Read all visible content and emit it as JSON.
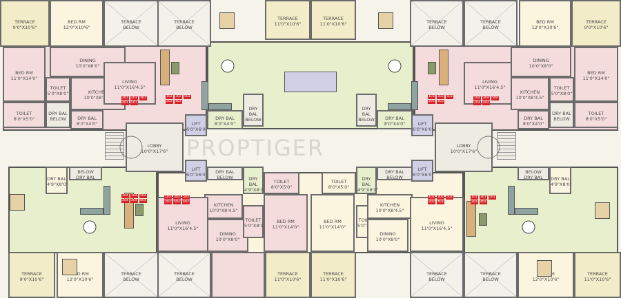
{
  "watermark": "PROPTIGER",
  "colors": {
    "terrace": "#f3ecc8",
    "terrace_below": "#f4f1ea",
    "pink": "#f5dcdc",
    "pink_dark": "#efcfcf",
    "green": "#e7efcd",
    "cream": "#fbf5df",
    "lobby": "#eeebe3",
    "lift": "#cfd0e6",
    "wall": "#6b6b6b",
    "tag": "#d8232a"
  },
  "rooms": [
    {
      "name": "TERRACE",
      "dim": "9'0\"X10'6\""
    },
    {
      "name": "BED RM",
      "dim": "12'0\"X10'6\""
    },
    {
      "name": "TERRACE\nBELOW",
      "dim": ""
    },
    {
      "name": "TERRACE\nBELOW",
      "dim": ""
    },
    {
      "name": "TERRACE",
      "dim": "11'0\"X10'6\""
    },
    {
      "name": "TERRACE",
      "dim": "11'0\"X10'6\""
    },
    {
      "name": "TERRACE\nBELOW",
      "dim": ""
    },
    {
      "name": "TERRACE\nBELOW",
      "dim": ""
    },
    {
      "name": "BED RM",
      "dim": "12'0\"X10'6\""
    },
    {
      "name": "TERRACE",
      "dim": "9'0\"X10'6\""
    },
    {
      "name": "BED RM",
      "dim": "11'0\"X14'0\""
    },
    {
      "name": "DINING",
      "dim": "10'0\"X8'0\""
    },
    {
      "name": "TOILET",
      "dim": "5'0\"X8'0\""
    },
    {
      "name": "KITCHEN",
      "dim": "10'0\"X8'4.5\""
    },
    {
      "name": "LIVING",
      "dim": "11'0\"X16'4.5\""
    },
    {
      "name": "TOILET",
      "dim": "8'0\"X5'0\""
    },
    {
      "name": "DRY BAL\nBELOW",
      "dim": ""
    },
    {
      "name": "DRY BAL",
      "dim": "8'0\"X4'0\""
    },
    {
      "name": "DRY BAL",
      "dim": "8'0\"X4'0\""
    },
    {
      "name": "DRY BAL\nBELOW",
      "dim": ""
    },
    {
      "name": "DRY BAL\nBELOW",
      "dim": ""
    },
    {
      "name": "DRY BAL",
      "dim": "8'0\"X4'0\""
    },
    {
      "name": "LIVING",
      "dim": "11'0\"X16'4.5\""
    },
    {
      "name": "DINING",
      "dim": "10'0\"X8'0\""
    },
    {
      "name": "KITCHEN",
      "dim": "10'0\"X8'4.5\""
    },
    {
      "name": "TOILET",
      "dim": "5'0\"X8'0\""
    },
    {
      "name": "BED RM",
      "dim": "11'0\"X14'0\""
    },
    {
      "name": "DRY BAL\nBELOW",
      "dim": ""
    },
    {
      "name": "DRY BAL",
      "dim": "8'0\"X4'0\""
    },
    {
      "name": "TOILET",
      "dim": "8'0\"X5'0\""
    },
    {
      "name": "LOBBY",
      "dim": "10'0\"X17'6\""
    },
    {
      "name": "LIFT",
      "dim": "6'0\"X6'0\""
    },
    {
      "name": "LIFT",
      "dim": "6'0\"X6'0\""
    },
    {
      "name": "LIFT",
      "dim": "6'0\"X6'0\""
    },
    {
      "name": "LIFT",
      "dim": "6'0\"X6'0\""
    },
    {
      "name": "LOBBY",
      "dim": "10'0\"X17'6\""
    },
    {
      "name": "BELOW\nDRY BAL",
      "dim": ""
    },
    {
      "name": "DRY BAL",
      "dim": "4'9\"X8'0\""
    },
    {
      "name": "DRY BAL\nBELOW",
      "dim": ""
    },
    {
      "name": "DRY BAL",
      "dim": "4'9\"X8'0\""
    },
    {
      "name": "TOILET",
      "dim": "8'0\"X5'0\""
    },
    {
      "name": "TOILET",
      "dim": "8'0\"X5'0\""
    },
    {
      "name": "DRY BAL",
      "dim": "4'9\"X8'0\""
    },
    {
      "name": "DRY BAL\nBELOW",
      "dim": ""
    },
    {
      "name": "DRY BAL",
      "dim": "4'9\"X8'0\""
    },
    {
      "name": "BELOW\nDRY BAL",
      "dim": ""
    },
    {
      "name": "KITCHEN",
      "dim": "10'0\"X8'4.5\""
    },
    {
      "name": "LIVING",
      "dim": "11'0\"X16'4.5\""
    },
    {
      "name": "DINING",
      "dim": "10'0\"X8'0\""
    },
    {
      "name": "TOILET",
      "dim": "5'0\"X8'0\""
    },
    {
      "name": "BED RM",
      "dim": "11'0\"X14'0\""
    },
    {
      "name": "BED RM",
      "dim": "11'0\"X14'0\""
    },
    {
      "name": "TOILET",
      "dim": "5'0\"X8'0\""
    },
    {
      "name": "KITCHEN",
      "dim": "10'0\"X8'4.5\""
    },
    {
      "name": "DINING",
      "dim": "10'0\"X8'0\""
    },
    {
      "name": "LIVING",
      "dim": "11'0\"X16'4.5\""
    },
    {
      "name": "TERRACE",
      "dim": "9'0\"X10'6\""
    },
    {
      "name": "BED RM",
      "dim": "12'0\"X10'6\""
    },
    {
      "name": "TERRACE\nBELOW",
      "dim": ""
    },
    {
      "name": "TERRACE\nBELOW",
      "dim": ""
    },
    {
      "name": "TERRACE",
      "dim": "11'0\"X10'6\""
    },
    {
      "name": "TERRACE",
      "dim": "11'0\"X10'6\""
    },
    {
      "name": "TERRACE\nBELOW",
      "dim": ""
    },
    {
      "name": "TERRACE\nBELOW",
      "dim": ""
    },
    {
      "name": "BED RM",
      "dim": "12'0\"X10'6\""
    },
    {
      "name": "TERRACE",
      "dim": "11'0\"X10'6\""
    }
  ],
  "unit_tags": [
    [
      "101",
      "201",
      "301"
    ],
    [
      "401",
      "501",
      ""
    ],
    [
      "102",
      "302",
      "502"
    ],
    [
      "202",
      "402",
      ""
    ],
    [
      "103",
      "303",
      "503"
    ],
    [
      "203",
      "403",
      ""
    ],
    [
      "104",
      "304",
      "504"
    ],
    [
      "204",
      "404",
      ""
    ],
    [
      "104",
      "304",
      "504"
    ],
    [
      "204",
      "404",
      "804"
    ],
    [
      "103",
      "303",
      "503"
    ],
    [
      "203",
      "403",
      "603"
    ],
    [
      "102",
      "302",
      "502"
    ],
    [
      "202",
      "402",
      ""
    ],
    [
      "101",
      "301",
      "501"
    ],
    [
      "201",
      "401",
      ""
    ]
  ]
}
